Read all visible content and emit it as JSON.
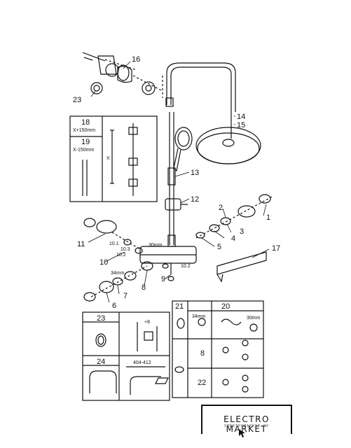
{
  "labels": {
    "l1": "1",
    "l2": "2",
    "l3": "3",
    "l4": "4",
    "l5": "5",
    "l6": "6",
    "l7": "7",
    "l8": "8",
    "l9": "9",
    "l10": "10",
    "l10_1": "10.1",
    "l10_2": "10.2",
    "l10_3": "10.3",
    "l10_2b": "10.2",
    "l11": "11",
    "l12": "12",
    "l13": "13",
    "l14": "14",
    "l15": "15",
    "l16": "16",
    "l17": "17",
    "l23": "23"
  },
  "dims": {
    "d30_top": "30mm",
    "d34_left": "34mm"
  },
  "inset_top": {
    "p18": "18",
    "p18_dim": "X+150mm",
    "p19": "19",
    "p19_dim": "X-150mm",
    "x_label": "X"
  },
  "table_right": {
    "c21": "21",
    "c20": "20",
    "c8": "8",
    "c22": "22",
    "d34": "34mm",
    "d30": "30mm"
  },
  "table_bottom": {
    "c23": "23",
    "c24": "24",
    "plus8": "+8",
    "range": "404-412"
  },
  "logo": {
    "title": "ELECTRO MARKET",
    "subtitle": "ЭЛЕКТРОМАРКЕТ.РУ",
    "brand_color": "#111111"
  }
}
